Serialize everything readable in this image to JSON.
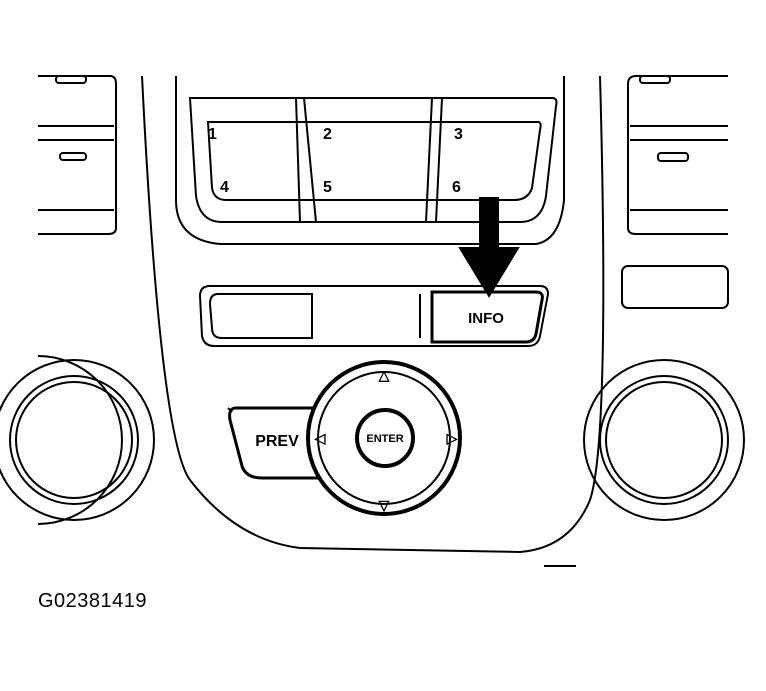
{
  "preset_buttons": [
    {
      "label": "1"
    },
    {
      "label": "2"
    },
    {
      "label": "3"
    },
    {
      "label": "4"
    },
    {
      "label": "5"
    },
    {
      "label": "6"
    }
  ],
  "function_row": {
    "info_label": "INFO"
  },
  "navigation": {
    "prev_label": "PREV",
    "enter_label": "ENTER",
    "up_glyph": "△",
    "down_glyph": "▽",
    "left_glyph": "◁",
    "right_glyph": "▷"
  },
  "callout": {
    "icon": "arrow-down-icon",
    "target": "INFO"
  },
  "figure_code": "G02381419",
  "colors": {
    "line": "#000000",
    "background": "#ffffff"
  }
}
